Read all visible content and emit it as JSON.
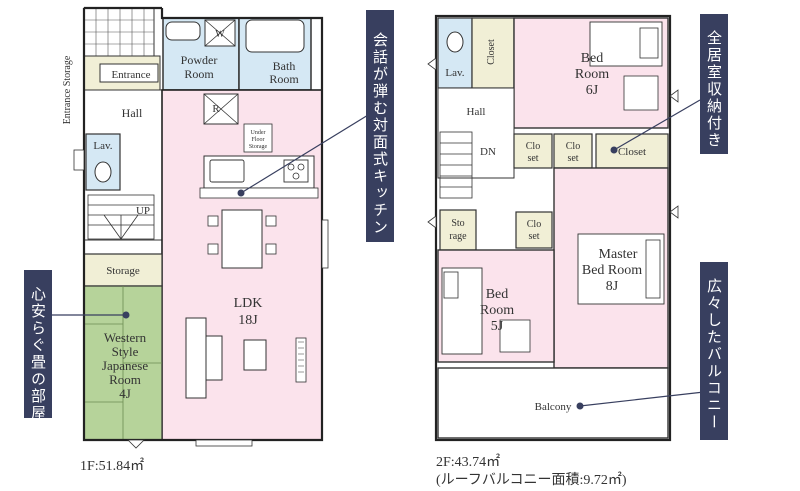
{
  "floor1": {
    "area_label": "1F:51.84㎡",
    "rooms": {
      "entrance_storage": "Entrance Storage",
      "entrance": "Entrance",
      "hall": "Hall",
      "lav": "Lav.",
      "up": "UP",
      "storage": "Storage",
      "japanese_room": [
        "Western",
        "Style",
        "Japanese",
        "Room",
        "4J"
      ],
      "powder_room": [
        "Powder",
        "Room"
      ],
      "bath_room": [
        "Bath",
        "Room"
      ],
      "washer_mark": "W",
      "fridge_mark": "R",
      "underfloor_storage": [
        "Under",
        "Floor",
        "Storage"
      ],
      "ldk": [
        "LDK",
        "18J"
      ]
    }
  },
  "floor2": {
    "area_label": "2F:43.74㎡",
    "balcony_area_label": "(ルーフバルコニー面積:9.72㎡)",
    "rooms": {
      "lav": "Lav.",
      "closet_a": "Closet",
      "bed_room_6": [
        "Bed",
        "Room",
        "6J"
      ],
      "hall": "Hall",
      "dn": "DN",
      "closet_b": [
        "Clo",
        "set"
      ],
      "closet_c": [
        "Clo",
        "set"
      ],
      "closet_d": "Closet",
      "storage": [
        "Sto",
        "rage"
      ],
      "closet_e": [
        "Clo",
        "set"
      ],
      "master_bed_room": [
        "Master",
        "Bed Room",
        "8J"
      ],
      "bed_room_5": [
        "Bed",
        "Room",
        "5J"
      ],
      "balcony": "Balcony"
    }
  },
  "callouts": {
    "kitchen": "会話が弾む対面式キッチン",
    "tatami": "心安らぐ畳の部屋",
    "storage_all": "全居室収納付き",
    "balcony": "広々したバルコニー"
  },
  "colors": {
    "ldk_pink": "#fbe3ec",
    "water_blue": "#d5e8f4",
    "closet_beige": "#f1efd6",
    "tatami_green": "#b6d39a",
    "tag_navy": "#383f5f",
    "wall": "#222222"
  }
}
